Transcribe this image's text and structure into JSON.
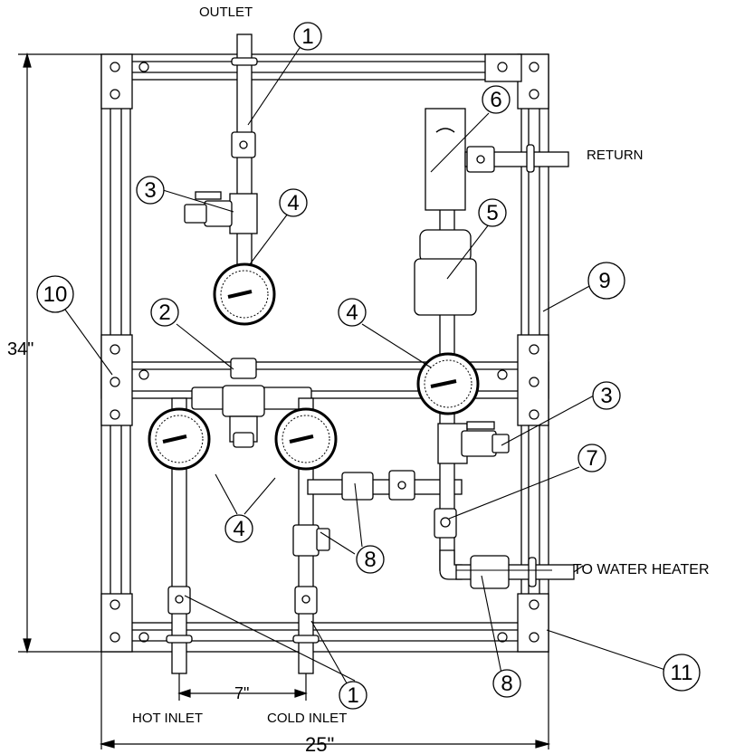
{
  "labels": {
    "outlet": "OUTLET",
    "return": "RETURN",
    "to_water_heater": "TO WATER HEATER",
    "hot_inlet": "HOT INLET",
    "cold_inlet": "COLD INLET"
  },
  "dimensions": {
    "height": "34\"",
    "width": "25\"",
    "inlet_spacing": "7\""
  },
  "callouts": {
    "c1_top": "1",
    "c1_bottom": "1",
    "c2": "2",
    "c3_left": "3",
    "c3_right": "3",
    "c4_top": "4",
    "c4_mid": "4",
    "c4_bottom": "4",
    "c5": "5",
    "c6": "6",
    "c7": "7",
    "c8_mid": "8",
    "c8_bottom": "8",
    "c9": "9",
    "c10": "10",
    "c11": "11"
  }
}
